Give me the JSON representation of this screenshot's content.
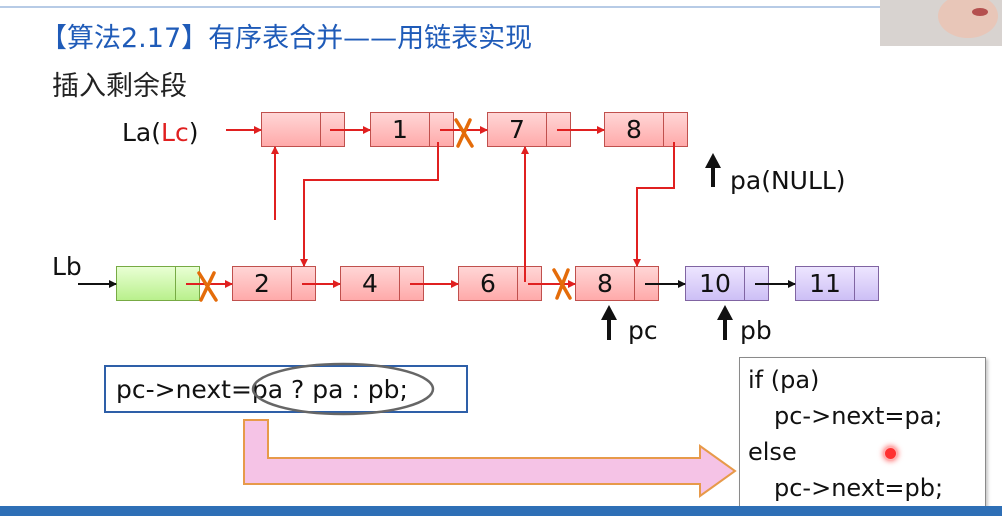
{
  "slide": {
    "title": "【算法2.17】有序表合并——用链表实现",
    "subtitle": "插入剩余段"
  },
  "list_a": {
    "label_prefix": "La(",
    "label_highlight": "Lc",
    "label_suffix": ")",
    "nodes": [
      "",
      "1",
      "7",
      "8"
    ]
  },
  "list_b": {
    "label": "Lb",
    "nodes": [
      "",
      "2",
      "4",
      "6",
      "8",
      "10",
      "11"
    ]
  },
  "pointers": {
    "pa": "pa(NULL)",
    "pc": "pc",
    "pb": "pb"
  },
  "code": {
    "statement": "pc->next=pa ? pa : pb;",
    "lines": [
      "if (pa)",
      "pc->next=pa;",
      "else",
      "pc->next=pb;"
    ]
  },
  "colors": {
    "title": "#1f5bb8",
    "link_arrow": "#e02020",
    "cut_mark": "#e46c0a",
    "node_red": "#ffaaaa",
    "node_green": "#b9f08c",
    "node_purple": "#cdbff5"
  }
}
